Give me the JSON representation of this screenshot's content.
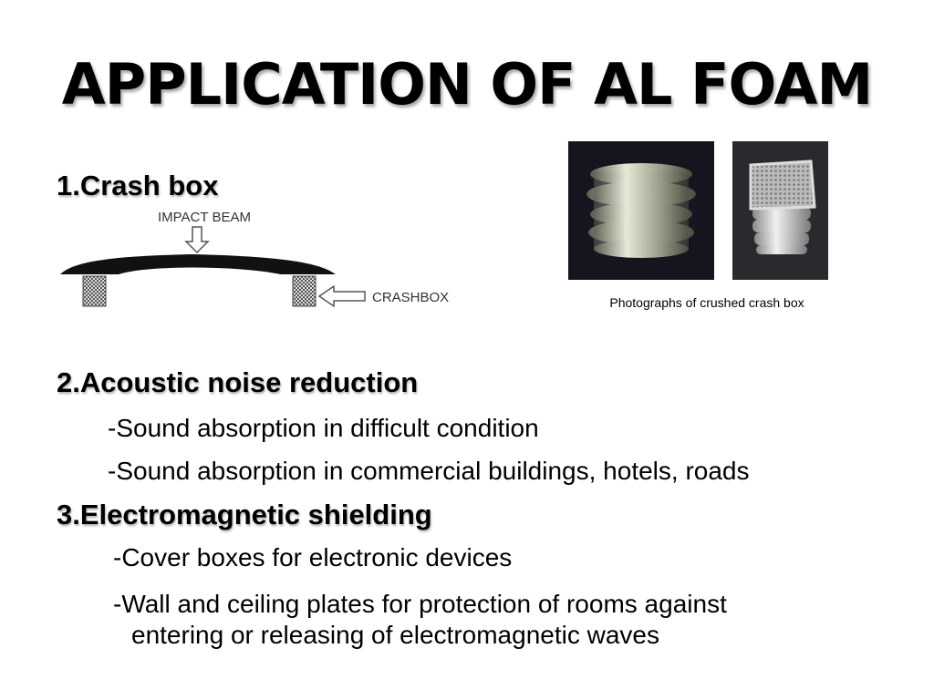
{
  "slide": {
    "title": "APPLICATION OF AL FOAM",
    "sections": {
      "crash_box": {
        "heading": "1.Crash box",
        "diagram": {
          "impact_label": "IMPACT BEAM",
          "crashbox_label": "CRASHBOX"
        },
        "photos_caption": "Photographs of crushed crash box"
      },
      "acoustic": {
        "heading": "2.Acoustic noise reduction",
        "bullets": [
          "-Sound absorption in difficult condition",
          "-Sound absorption in commercial buildings, hotels, roads"
        ]
      },
      "em_shielding": {
        "heading": "3.Electromagnetic shielding",
        "bullets": [
          "-Cover boxes for electronic devices",
          "-Wall and ceiling plates for protection of rooms against",
          "entering or releasing of electromagnetic waves"
        ]
      }
    }
  }
}
